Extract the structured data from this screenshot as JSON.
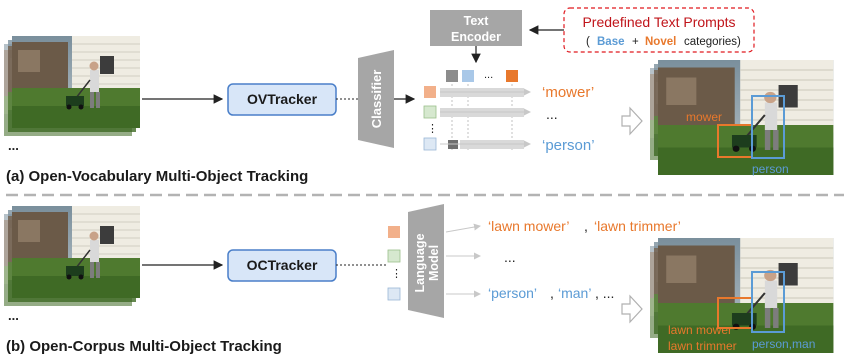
{
  "colors": {
    "orange": "#e8782c",
    "blue": "#5b9bd5",
    "tracker_fill": "#d8e6f8",
    "tracker_stroke": "#4a7fc9",
    "grey_block": "#a6a6a6",
    "red_dash": "#e0191f"
  },
  "top": {
    "tracker_label": "OVTracker",
    "classifier_label": "Classifier",
    "text_encoder_label": "Text Encoder",
    "prompt_title": "Predefined Text Prompts",
    "prompt_open": "(",
    "prompt_base": "Base",
    "prompt_plus": "+",
    "prompt_novel": "Novel",
    "prompt_rest": "categories)",
    "embed_ellipsis": "...",
    "out_mower": "‘mower’",
    "out_dots": "...",
    "out_person": "‘person’",
    "box_mower": "mower",
    "box_person": "person",
    "caption": "(a) Open-Vocabulary Multi-Object Tracking"
  },
  "bottom": {
    "tracker_label": "OCTracker",
    "lm_label_line1": "Language",
    "lm_label_line2": "Model",
    "out_line1_a": "‘lawn mower’",
    "out_line1_sep": ",",
    "out_line1_b": "‘lawn trimmer’",
    "out_dots": "...",
    "out_line3_a": "‘person’",
    "out_line3_sep1": ",",
    "out_line3_b": "‘man’",
    "out_line3_rest": ", ...",
    "box_lawn_mower": "lawn mower",
    "box_lawn_trimmer": "lawn trimmer",
    "box_person_man": "person,man",
    "caption": "(b) Open-Corpus Multi-Object Tracking"
  },
  "feature_dots": "⋮",
  "icons": [
    "input-frames-image",
    "output-frames-image",
    "hollow-arrow-icon"
  ]
}
